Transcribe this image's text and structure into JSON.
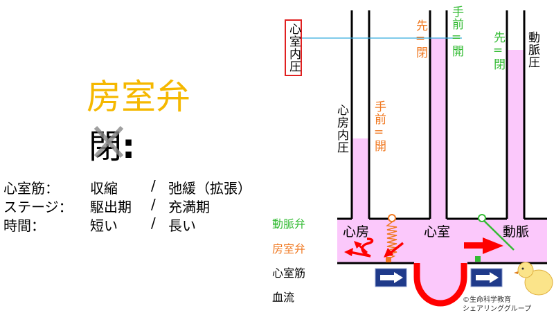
{
  "title": "房室弁",
  "state": {
    "label": "閉",
    "colon": ":"
  },
  "rows": [
    {
      "label": "心室筋：",
      "a": "収縮",
      "sep": "/",
      "b": "弛緩（拡張）"
    },
    {
      "label": "ステージ：",
      "a": "駆出期",
      "sep": "/",
      "b": "充満期"
    },
    {
      "label": "時間：",
      "a": "短い",
      "sep": "/",
      "b": "長い"
    }
  ],
  "diagram": {
    "ventricle_pressure": "心室内圧",
    "atrium_pressure": "心房内圧",
    "arterial_pressure": "動脈圧",
    "av_near_open": "手前=開",
    "av_far_closed": "先=閉",
    "arterial_far_closed": "先=閉",
    "arterial_near_open": "手前=開",
    "chamber_atrium": "心房",
    "chamber_ventricle": "心室",
    "chamber_artery": "動脈"
  },
  "legend": [
    {
      "label": "動脈弁",
      "color": "#33bb33"
    },
    {
      "label": "房室弁",
      "color": "#f07820"
    },
    {
      "label": "心室筋",
      "color": "#000000"
    },
    {
      "label": "血流",
      "color": "#000000"
    }
  ],
  "copyright": [
    "©生命科学教育",
    "シェアリンググループ"
  ],
  "colors": {
    "title": "#f5b800",
    "pink": "#fbc8fb",
    "red": "#ff0000",
    "sign": "#1f3a8a",
    "line": "#33aadd"
  }
}
